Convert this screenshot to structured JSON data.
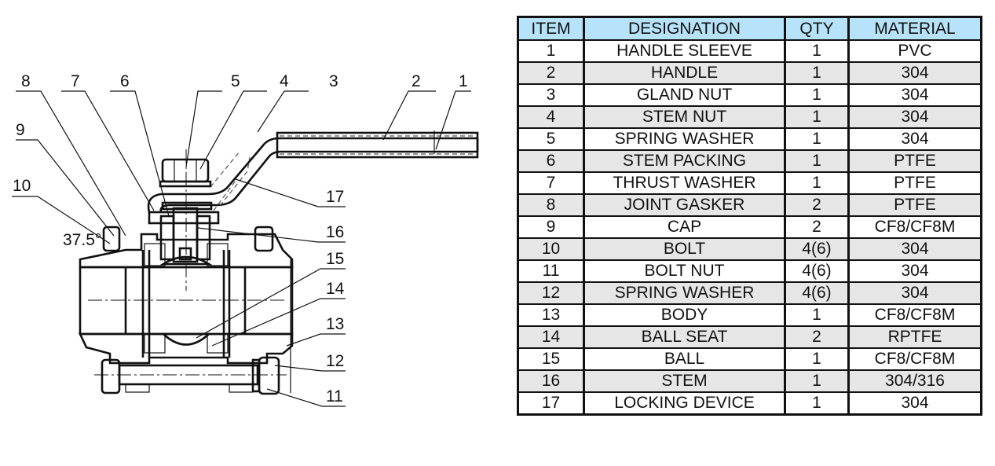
{
  "drawing": {
    "title": "3-piece ball valve cross-section",
    "callouts": [
      "1",
      "2",
      "3",
      "4",
      "5",
      "6",
      "7",
      "8",
      "9",
      "10",
      "11",
      "12",
      "13",
      "14",
      "15",
      "16",
      "17"
    ],
    "angle_annotation": "37.5°"
  },
  "table": {
    "colors": {
      "header_bg": "#b6e3f9",
      "shade_bg": "#e6e6e6",
      "plain_bg": "#ffffff"
    },
    "headers": {
      "item": "ITEM",
      "designation": "DESIGNATION",
      "qty": "QTY",
      "material": "MATERIAL"
    },
    "rows": [
      {
        "item": "1",
        "designation": "HANDLE SLEEVE",
        "qty": "1",
        "material": "PVC"
      },
      {
        "item": "2",
        "designation": "HANDLE",
        "qty": "1",
        "material": "304"
      },
      {
        "item": "3",
        "designation": "GLAND NUT",
        "qty": "1",
        "material": "304"
      },
      {
        "item": "4",
        "designation": "STEM NUT",
        "qty": "1",
        "material": "304"
      },
      {
        "item": "5",
        "designation": "SPRING WASHER",
        "qty": "1",
        "material": "304"
      },
      {
        "item": "6",
        "designation": "STEM PACKING",
        "qty": "1",
        "material": "PTFE"
      },
      {
        "item": "7",
        "designation": "THRUST WASHER",
        "qty": "1",
        "material": "PTFE"
      },
      {
        "item": "8",
        "designation": "JOINT GASKER",
        "qty": "2",
        "material": "PTFE"
      },
      {
        "item": "9",
        "designation": "CAP",
        "qty": "2",
        "material": "CF8/CF8M"
      },
      {
        "item": "10",
        "designation": "BOLT",
        "qty": "4(6)",
        "material": "304"
      },
      {
        "item": "11",
        "designation": "BOLT NUT",
        "qty": "4(6)",
        "material": "304"
      },
      {
        "item": "12",
        "designation": "SPRING WASHER",
        "qty": "4(6)",
        "material": "304"
      },
      {
        "item": "13",
        "designation": "BODY",
        "qty": "1",
        "material": "CF8/CF8M"
      },
      {
        "item": "14",
        "designation": "BALL SEAT",
        "qty": "2",
        "material": "RPTFE"
      },
      {
        "item": "15",
        "designation": "BALL",
        "qty": "1",
        "material": "CF8/CF8M"
      },
      {
        "item": "16",
        "designation": "STEM",
        "qty": "1",
        "material": "304/316"
      },
      {
        "item": "17",
        "designation": "LOCKING DEVICE",
        "qty": "1",
        "material": "304"
      }
    ]
  }
}
